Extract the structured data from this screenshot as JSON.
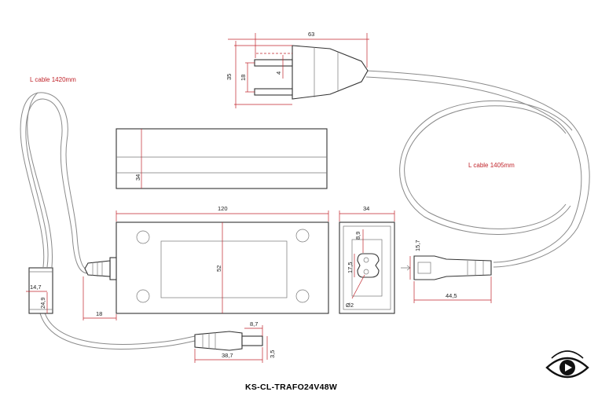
{
  "title": "KS-CL-TRAFO24V48W",
  "notes": {
    "cable_left": "L cable 1420mm",
    "cable_right": "L cable 1405mm"
  },
  "dimensions": {
    "plug_length": "63",
    "plug_height": "35",
    "plug_pin_spacing": "18",
    "plug_pin_width": "4",
    "side_height": "34",
    "body_length": "120",
    "body_width": "52",
    "strain_relief": "18",
    "end_width": "34",
    "c8_top": "8,9",
    "c8_height": "17,5",
    "c8_hole": "Ø2",
    "ferrite_a": "14,7",
    "ferrite_b": "24,9",
    "dc_tip": "8,7",
    "dc_length": "38,7",
    "dc_diameter": "3,5",
    "c7_height": "15,7",
    "c7_length": "44,5"
  },
  "colors": {
    "dimension_red": "#c0242b",
    "outline": "#333333",
    "cable": "#8a8a8a"
  },
  "logo": {
    "icon": "eye-icon"
  }
}
